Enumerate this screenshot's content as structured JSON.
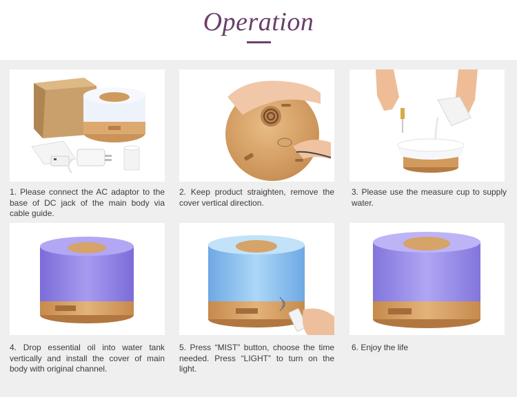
{
  "header": {
    "title": "Operation"
  },
  "steps": [
    {
      "caption": "1. Please connect the AC adaptor to the base of DC jack of the main body via cable guide."
    },
    {
      "caption": "2. Keep product straighten, remove the cover vertical direction."
    },
    {
      "caption": "3. Please use the measure cup to supply water."
    },
    {
      "caption": "4. Drop essential oil into water tank vertically and install the cover of main body with original channel."
    },
    {
      "caption": "5. Press “MIST” button, choose the time needed. Press “LIGHT” to turn on the light."
    },
    {
      "caption": "6. Enjoy the life"
    }
  ],
  "colors": {
    "accent": "#6a3f6a",
    "panel_bg": "#efefef",
    "wood": "#d8a56a",
    "glow_purple": "#8d7fe0",
    "glow_blue": "#8ec4ef"
  },
  "icons": [
    "box-icon",
    "adaptor-icon",
    "remote-icon",
    "cup-icon",
    "dropper-icon",
    "hand-icon"
  ]
}
